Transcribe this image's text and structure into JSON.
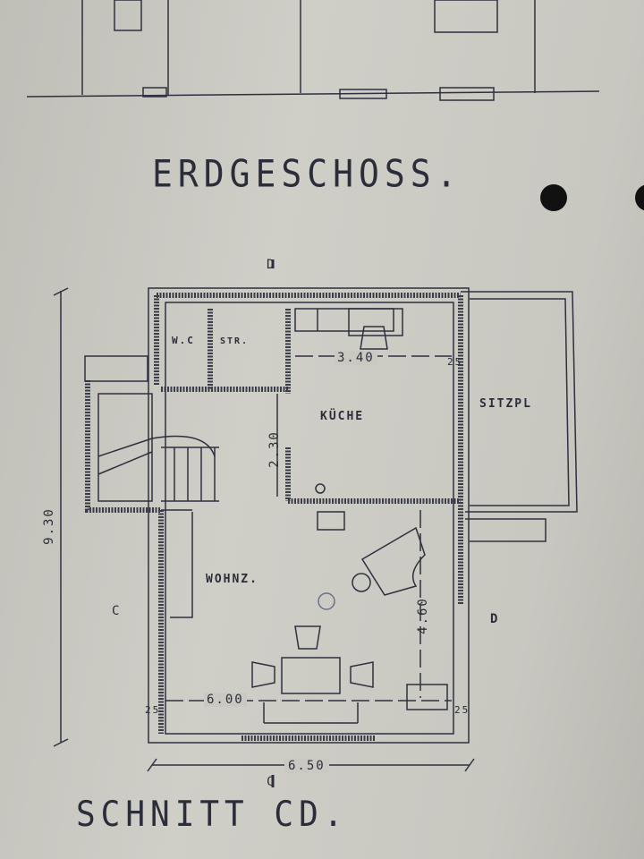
{
  "drawing": {
    "title": "ERDGESCHOSS.",
    "section_label": "SCHNITT CD.",
    "ink_color": "#2b2d3a",
    "paper_color": "#c6c5bd",
    "rooms": {
      "wc": "W.C",
      "storage": "STR.",
      "kitchen": "KÜCHE",
      "seating": "SITZPL",
      "living": "WOHNZ."
    },
    "dimensions": {
      "total_height": "9.30",
      "total_width": "6.50",
      "inner_width": "6.00",
      "kitchen_width": "3.40",
      "hall_depth": "2.30",
      "living_depth": "4.60",
      "wall_kitchen": "25",
      "wall_left": "25",
      "wall_right": "25"
    },
    "section_markers": {
      "top": "D",
      "left": "C",
      "right": "D",
      "bottom": "C"
    }
  }
}
